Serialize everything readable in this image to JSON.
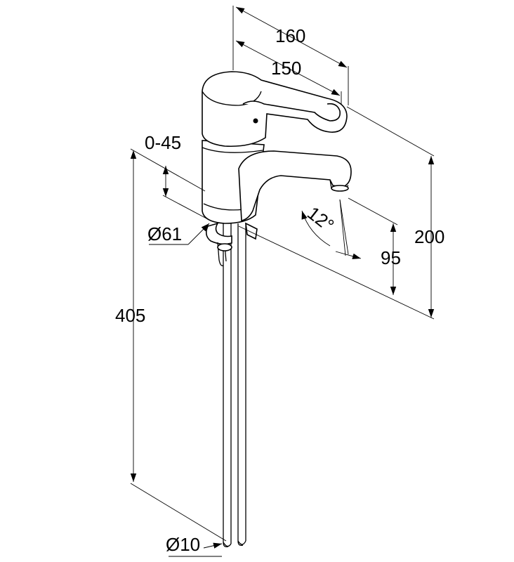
{
  "dimensions": {
    "top_width": "160",
    "spout_reach": "150",
    "clamp_range": "0-45",
    "body_diameter": "Ø61",
    "tilt_angle": "12°",
    "spout_height": "95",
    "total_height": "200",
    "shank_length": "405",
    "pipe_diameter": "Ø10"
  }
}
